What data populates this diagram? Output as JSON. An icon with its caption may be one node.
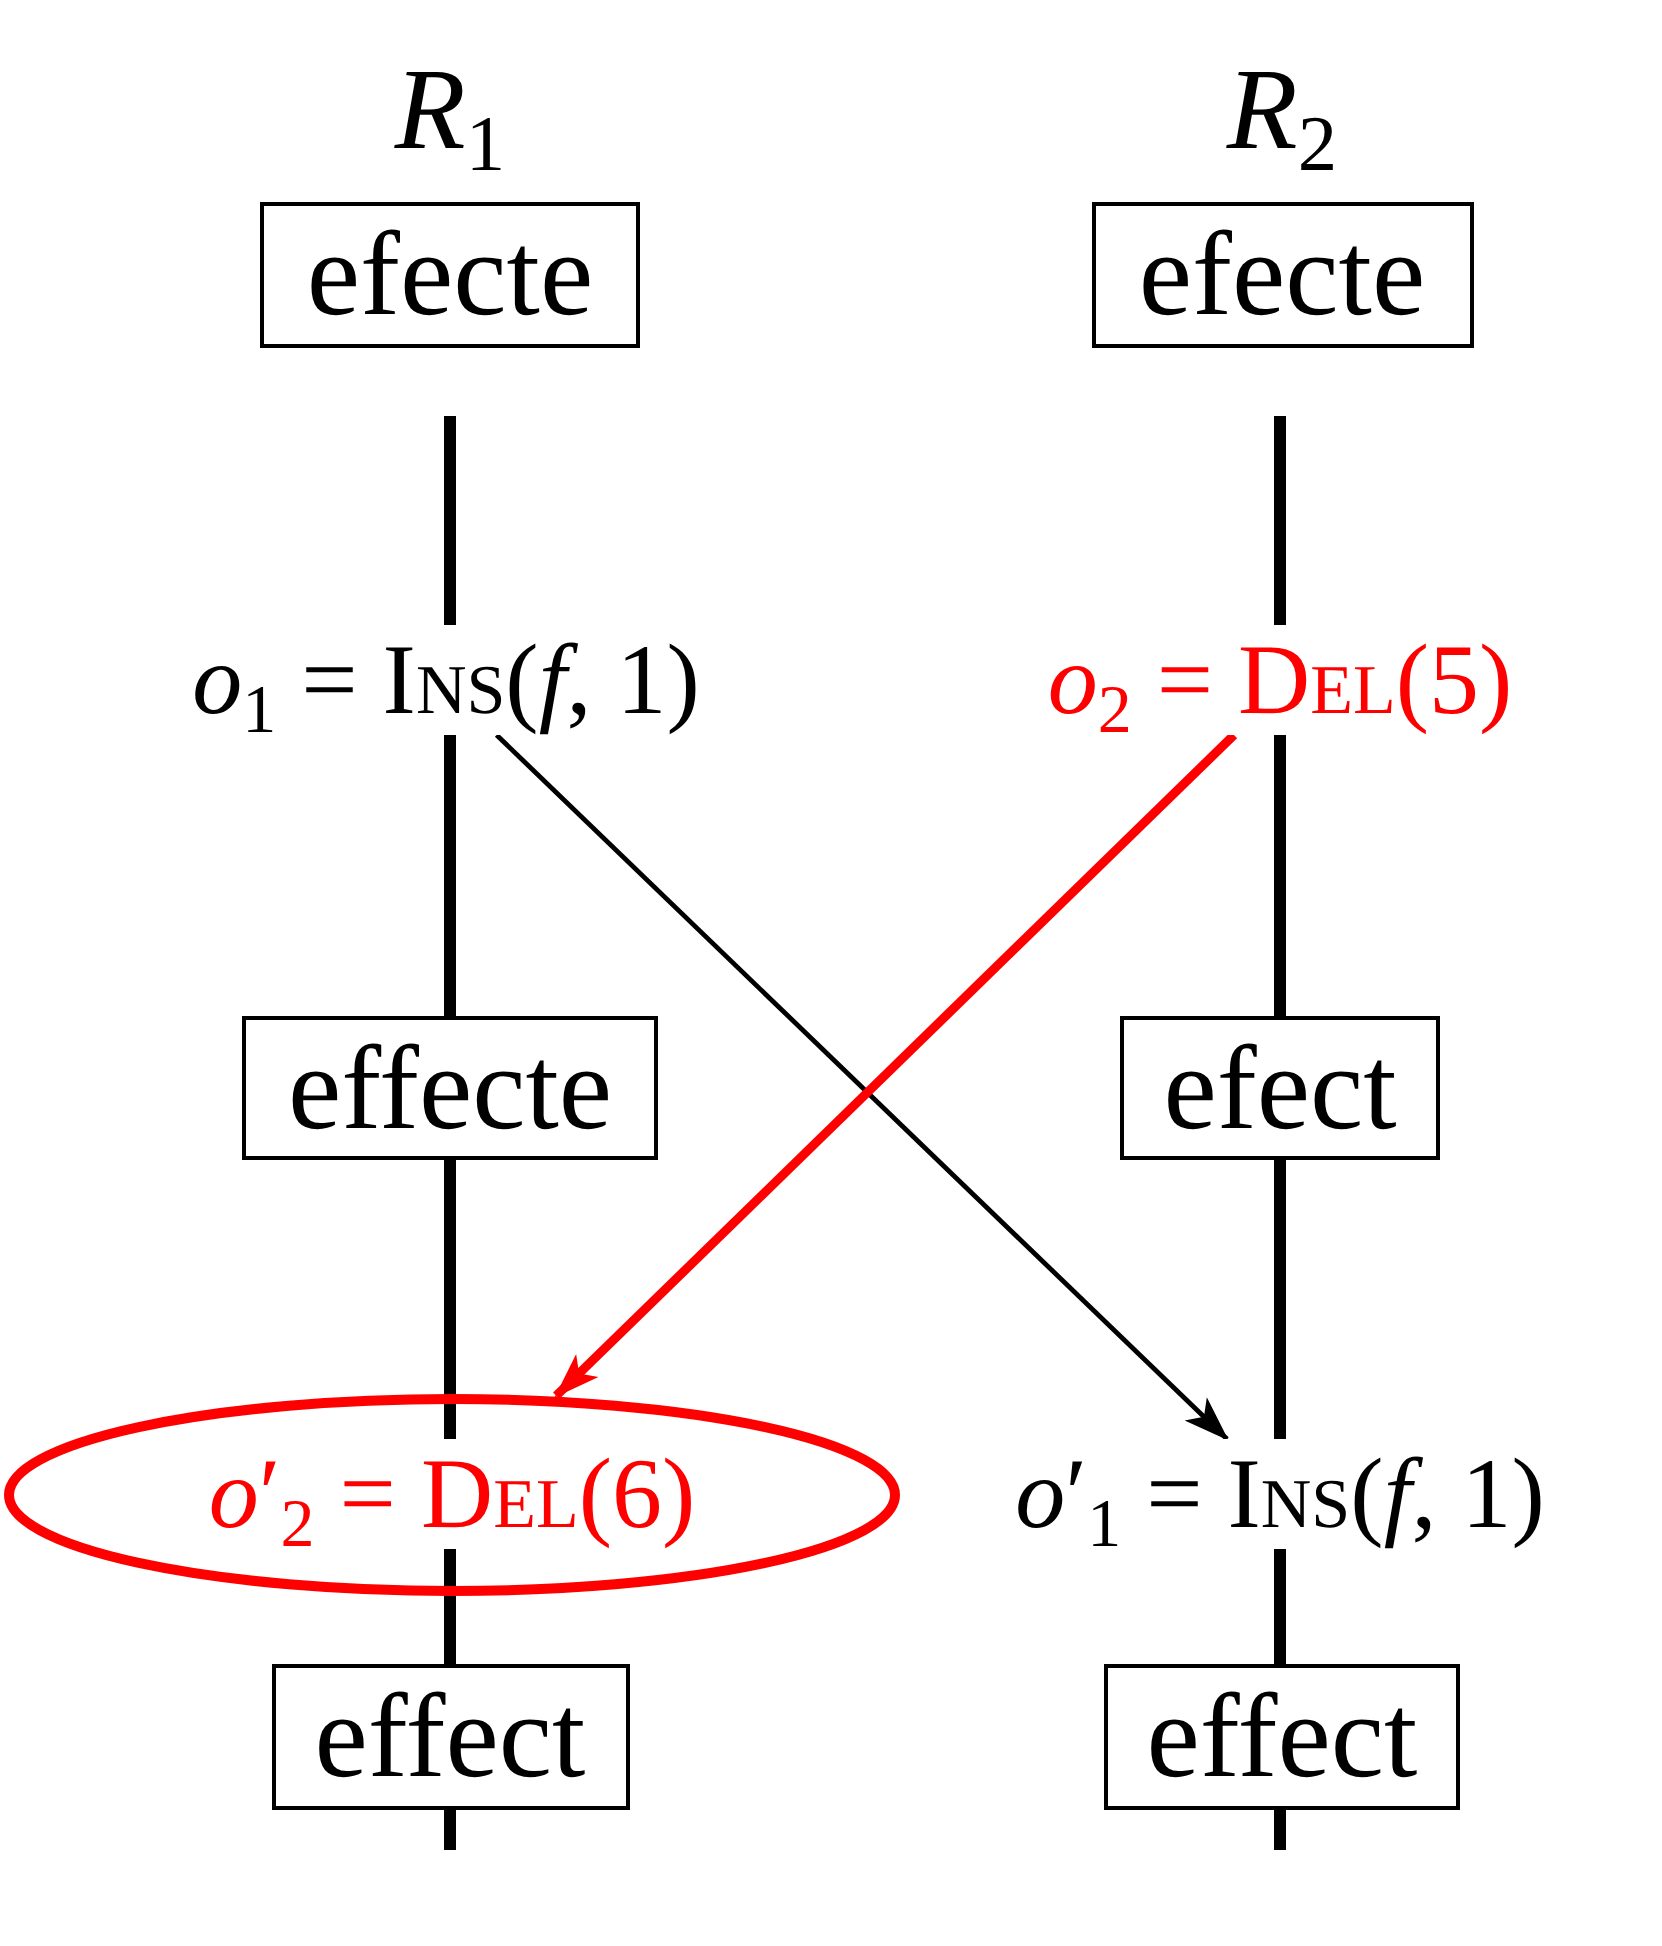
{
  "diagram": {
    "nodes": [
      {
        "text": [
          "efecte"
        ]
      },
      {
        "text": [
          "efecte"
        ]
      },
      {
        "text": [
          "*o*$_{1}$ = Ins(*f*, 1)"
        ]
      },
      {
        "text": [
          "*o*$_{2}$ = Del(5)"
        ]
      },
      {
        "text": [
          "effecte"
        ]
      },
      {
        "text": [
          "efect"
        ]
      },
      {
        "text": [
          "*o*′$_{2}$ = Del(6)"
        ]
      },
      {
        "text": [
          "*o*′$_{1}$ = Ins(*f*, 1)"
        ]
      },
      {
        "text": [
          "effect"
        ]
      },
      {
        "text": [
          "effect"
        ]
      }
    ],
    "edges": [
      {
        "from": 2,
        "to": 7,
        "arrow": "to"
      },
      {
        "from": 3,
        "to": 6,
        "arrow": "to",
        "style": "thick",
        "color": "#ff0000"
      }
    ],
    "labels": [
      "*R*$_{1}$",
      "*R*$_{2}$"
    ]
  }
}
